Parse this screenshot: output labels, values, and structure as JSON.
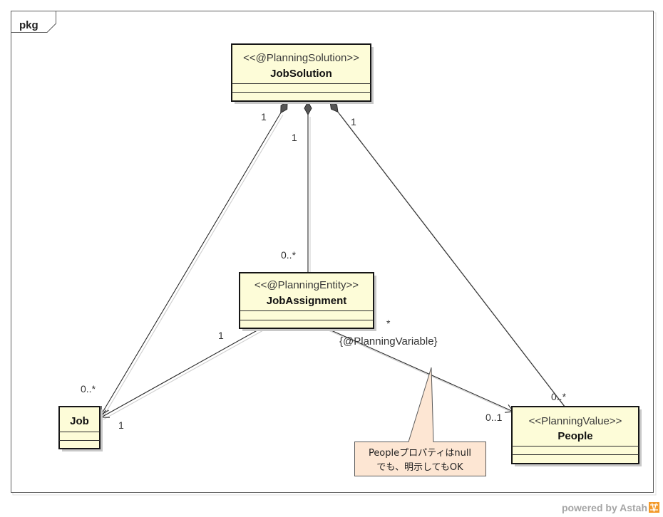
{
  "frame": {
    "label": "pkg"
  },
  "classes": {
    "job_solution": {
      "stereotype": "<<@PlanningSolution>>",
      "name": "JobSolution"
    },
    "job_assignment": {
      "stereotype": "<<@PlanningEntity>>",
      "name": "JobAssignment"
    },
    "job": {
      "name": "Job"
    },
    "people": {
      "stereotype": "<<PlanningValue>>",
      "name": "People"
    }
  },
  "associations": {
    "solution_to_job": {
      "source_multiplicity": "1",
      "target_multiplicity": "0..*"
    },
    "solution_to_assignment": {
      "source_multiplicity": "1",
      "target_multiplicity": "0..*"
    },
    "solution_to_people": {
      "source_multiplicity": "1",
      "target_multiplicity": "0..*"
    },
    "assignment_to_job": {
      "source_multiplicity": "1",
      "target_multiplicity": "1"
    },
    "assignment_to_people": {
      "source_multiplicity": "*",
      "constraint": "{@PlanningVariable}",
      "target_multiplicity": "0..1"
    }
  },
  "note": {
    "lines": [
      "Peopleプロパティはnull",
      "でも、明示してもOK"
    ]
  },
  "footer": {
    "powered_by": "powered by Astah",
    "logo_icon": "astah-logo-icon"
  },
  "colors": {
    "class_fill": "#fdfcd8",
    "class_border": "#161616",
    "note_fill": "#fde6d3",
    "note_border": "#5a5a5a",
    "line": "#2b2b2b",
    "diamond_fill": "#555555",
    "shadow": "#c8c8c8",
    "footer_text": "#a5a5a5",
    "logo": "#f39a2b"
  }
}
